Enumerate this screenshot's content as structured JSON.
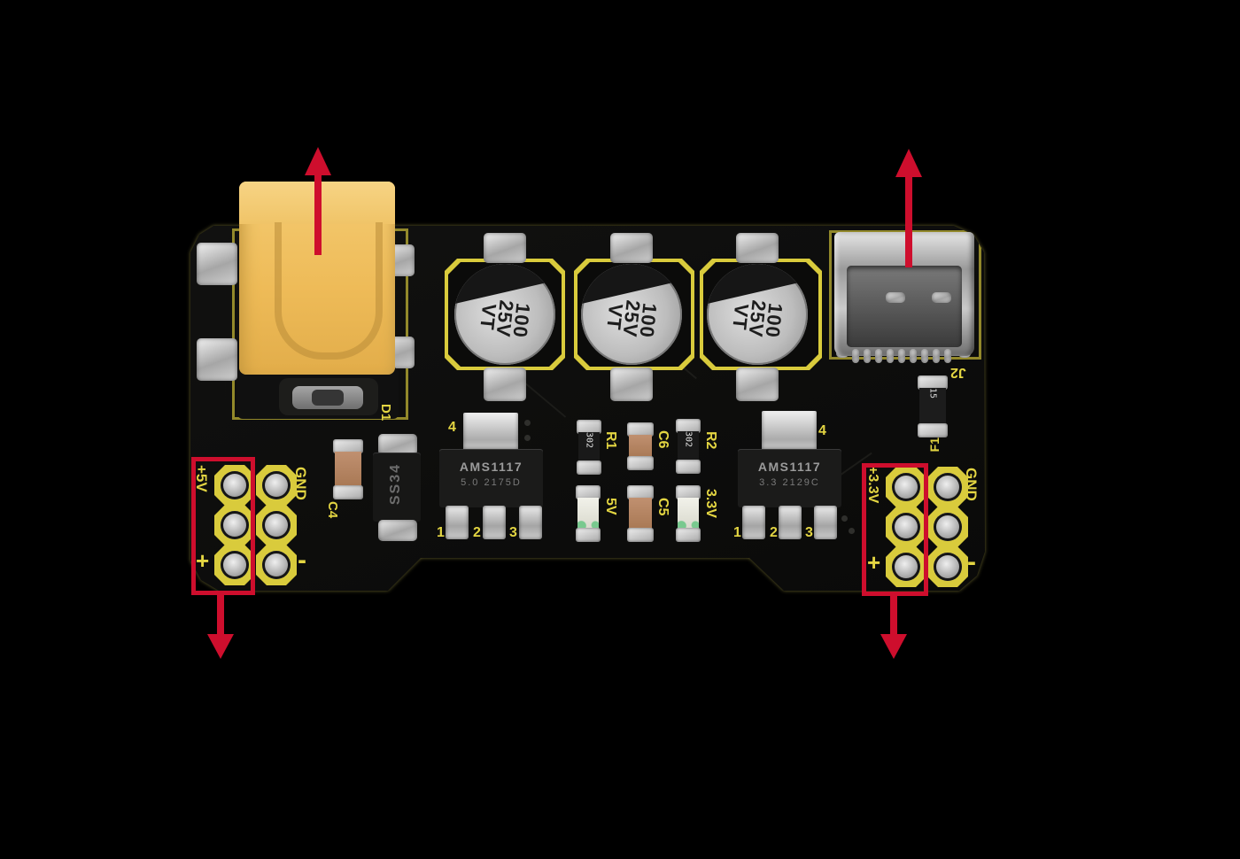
{
  "colors": {
    "background": "#000000",
    "board": "#0d0d0b",
    "silkscreen": "#dbcd3e",
    "annotation_red": "#ce0e2d",
    "jack_yellow": "#eebb58",
    "metal_silver": "#c4c4c4"
  },
  "board": {
    "capacitors": [
      {
        "value": "100",
        "voltage": "25V",
        "series": "VT"
      },
      {
        "value": "100",
        "voltage": "25V",
        "series": "VT"
      },
      {
        "value": "100",
        "voltage": "25V",
        "series": "VT"
      }
    ],
    "regulator_left": {
      "name": "AMS1117",
      "marking": "5.0 2175D",
      "pin4": "4",
      "pin1": "1",
      "pin2": "2",
      "pin3": "3"
    },
    "regulator_right": {
      "name": "AMS1117",
      "marking": "3.3 2129C",
      "pin4": "4",
      "pin1": "1",
      "pin2": "2",
      "pin3": "3"
    },
    "diode": {
      "ref": "D1",
      "marking": "SS34"
    },
    "cap_c4": {
      "ref": "C4"
    },
    "resistor_r1": {
      "ref": "R1",
      "marking": "302"
    },
    "resistor_r2": {
      "ref": "R2",
      "marking": "302"
    },
    "cap_c6": {
      "ref": "C6"
    },
    "cap_c5": {
      "ref": "C5"
    },
    "led_5v": {
      "ref": "5V"
    },
    "led_3v3": {
      "ref": "3.3V"
    },
    "usb_connector": {
      "ref": "J2"
    },
    "fuse": {
      "ref": "F1",
      "marking": "15"
    },
    "header_left": {
      "rail": "+5V",
      "gnd": "GND",
      "plus": "+",
      "minus": "-"
    },
    "header_right": {
      "rail": "+3.3V",
      "gnd": "GND",
      "plus": "+",
      "minus": "-"
    }
  }
}
